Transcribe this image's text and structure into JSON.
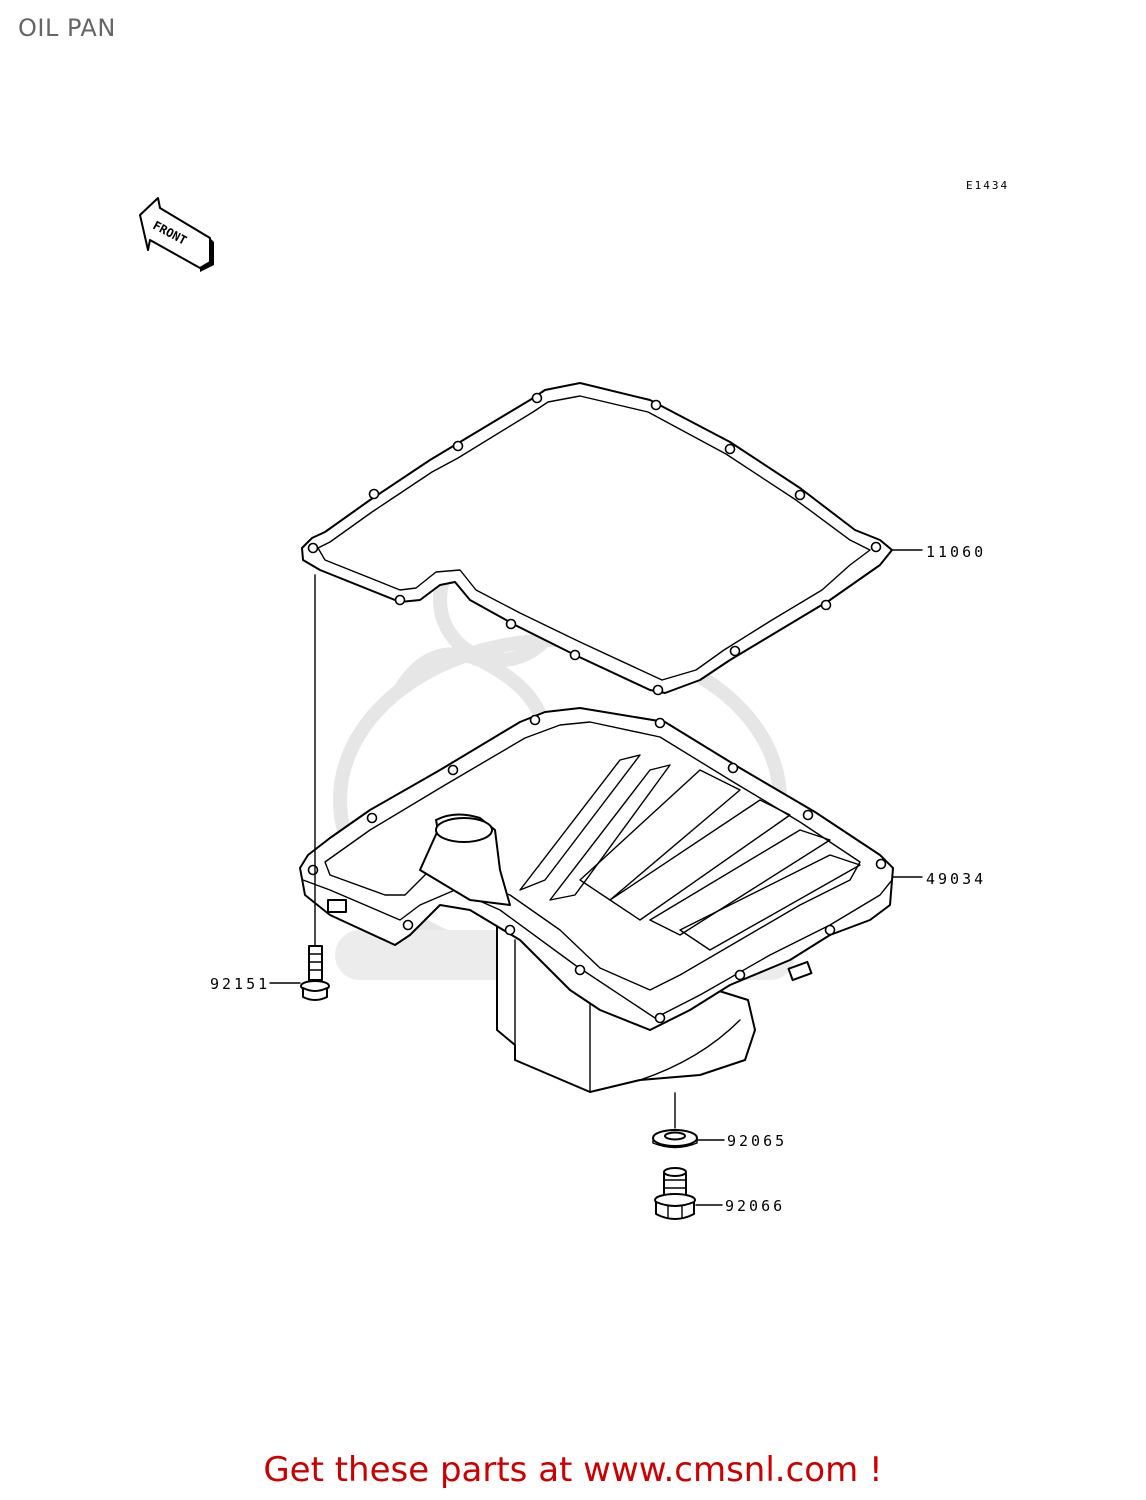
{
  "page": {
    "title": "OIL PAN",
    "figure_code": "E1434",
    "front_label": "FRONT"
  },
  "parts": [
    {
      "number": "11060"
    },
    {
      "number": "49034"
    },
    {
      "number": "92151"
    },
    {
      "number": "92065"
    },
    {
      "number": "92066"
    }
  ],
  "footer": {
    "cta_text": "Get these parts at www.cmsnl.com !"
  },
  "colors": {
    "footer_text": "#cc0000",
    "title_text": "#666666",
    "line_art": "#000000",
    "watermark": "#e6e6e6"
  }
}
